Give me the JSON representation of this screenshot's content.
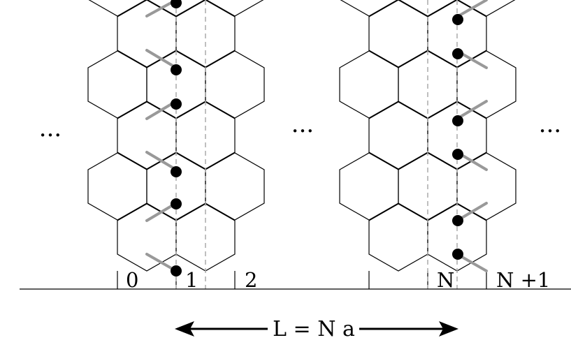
{
  "diagram": {
    "column_labels": [
      "0",
      "1",
      "2",
      "N",
      "N +1"
    ],
    "ellipsis": "···",
    "length_label": "L = N a",
    "colors": {
      "lattice": "#000000",
      "highlight_bond": "#999999",
      "guide_line": "#aaaaaa",
      "site": "#000000"
    }
  }
}
